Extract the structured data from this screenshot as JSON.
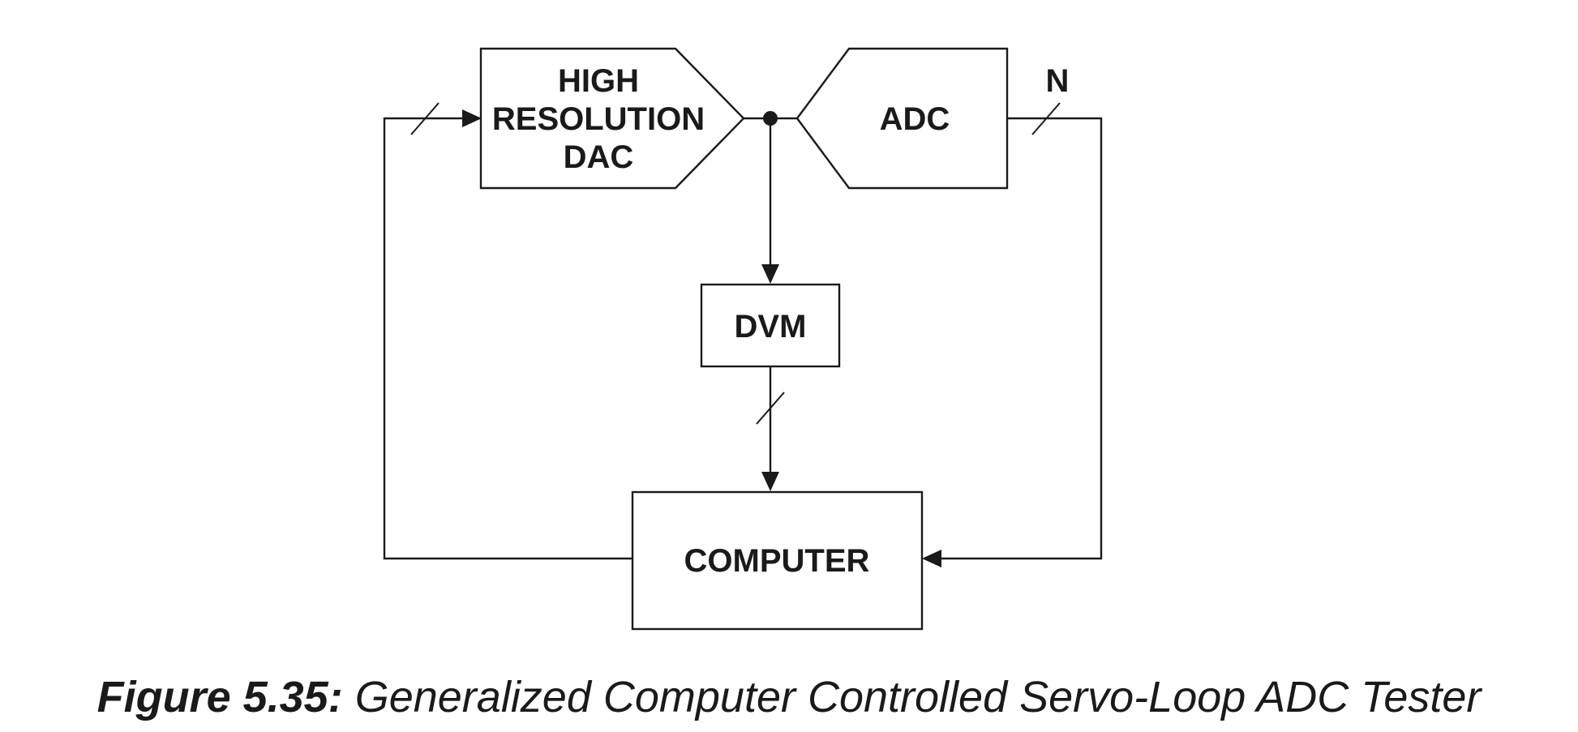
{
  "blocks": {
    "dac": {
      "lines": [
        "HIGH",
        "RESOLUTION",
        "DAC"
      ]
    },
    "adc": {
      "label": "ADC"
    },
    "dvm": {
      "label": "DVM"
    },
    "computer": {
      "label": "COMPUTER"
    }
  },
  "bus_label": "N",
  "caption": {
    "number": "Figure 5.35:",
    "text": "Generalized Computer Controlled Servo-Loop ADC Tester"
  },
  "colors": {
    "ink": "#1a1a1a",
    "background": "#ffffff"
  }
}
